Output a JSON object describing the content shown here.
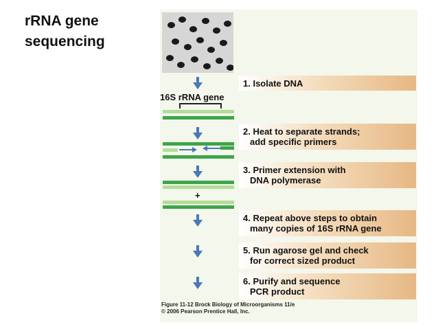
{
  "title": {
    "line1": "rRNA gene",
    "line2": "sequencing"
  },
  "figure": {
    "gene_label": "16S rRNA gene",
    "plus_sign": "+",
    "steps": [
      {
        "line1": "1. Isolate DNA",
        "line2": ""
      },
      {
        "line1": "2. Heat to separate strands;",
        "line2": "add specific primers"
      },
      {
        "line1": "3. Primer extension with",
        "line2": "DNA polymerase"
      },
      {
        "line1": "4. Repeat above steps to obtain",
        "line2": "many copies of 16S rRNA gene"
      },
      {
        "line1": "5. Run agarose gel and check",
        "line2": "for correct sized product"
      },
      {
        "line1": "6. Purify and sequence",
        "line2": "PCR product"
      }
    ],
    "caption": {
      "line1": "Figure 11-12  Brock Biology of Microorganisms 11/e",
      "line2": "© 2006 Pearson Prentice Hall, Inc."
    }
  },
  "colors": {
    "arrow": "#4a78b8",
    "strand_dark": "#3da54a",
    "strand_light": "#b4dc9a",
    "step_band": "#e6b884"
  }
}
